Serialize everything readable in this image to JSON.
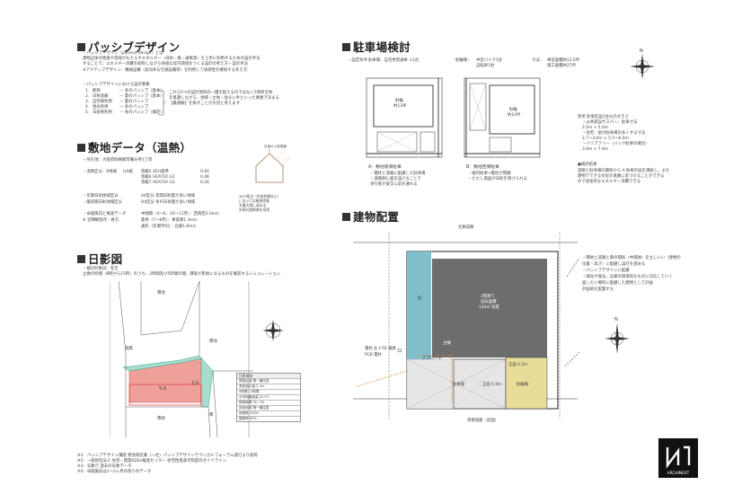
{
  "passive": {
    "title": "パッシブデザイン",
    "def_line1": "・パッシブデザイン（passive design）とは",
    "def_line2": "建物自体の性能や環境がもたらすエネルギー（日射・風・通風等）を上手に利用するための設計手法",
    "def_line3": "することで、エネルギー消費を抑制しながら快適な室内環境をつくる設計の考え方・設計手法",
    "def_line4": "※アクティブデザイン：機械設備（高効率な空調設備等）を利用して快適性を確保する考え方",
    "list_title": "・パッシブデザインにおける設計要素",
    "items": [
      {
        "num": "1.",
        "name": "断熱",
        "desc": "冬のパッシブ（基本）"
      },
      {
        "num": "2.",
        "name": "日射遮蔽",
        "desc": "夏のパッシブ（基本）"
      },
      {
        "num": "3.",
        "name": "自然風利用",
        "desc": "夏のパッシブ"
      },
      {
        "num": "4.",
        "name": "昼光利用",
        "desc": "冬のパッシブ"
      },
      {
        "num": "5.",
        "name": "日射熱利用",
        "desc": "冬のパッシブ（補足）"
      }
    ],
    "note1": "これら5つの設計項目の一層を配えるのではなく5項目全体",
    "note2": "を意識しながら、地域・立地・住まい手といった要素で決まる",
    "note3": "【最適解】を探すことが大切と考えます"
  },
  "site": {
    "title": "敷地データ（温熱）",
    "address": "・所在地：大阪府四條畷市備分寺1丁目",
    "region_label": "・温熱区分：6地域",
    "ua_label": "UA値",
    "grades": [
      {
        "label": "等級5 ZEH基準",
        "value": "0.60"
      },
      {
        "label": "等級6 HEAT20 G2",
        "value": "0.46"
      },
      {
        "label": "等級7 HEAT20 G3",
        "value": "0.26"
      }
    ],
    "solar1": "・年間日射地域区分",
    "solar1_v": "A4区分 年間日射量が多い地域",
    "solar2": "・暖房期日射地域区分",
    "solar2_v": "H4区分 冬の日射量が多い地域",
    "wind_label": "・卓越風向と風速データ",
    "wind1": "中間期（4〜6、10〜11月）：西南西2.0m/s",
    "obs_label": "※ 近隣観測点：枚方",
    "wind2": "夏季（7〜8月）：東南東1.3m/s",
    "wind3": "通年（年間平均）：北東1.8m/s",
    "diagram_caption1": "日射の入射角度",
    "house_note1": "※G3相当（外皮性能向上）",
    "house_note2": "においては断熱性能",
    "house_note3": "を最大限に高める",
    "house_note4": "外張付加断熱を採用"
  },
  "shadow": {
    "title": "日影図",
    "note1": "・検討対象日：冬至",
    "note2": "立春の時間（8時から15時）のうち、2時間及び5時間の間、隣家が影地になるものを確認するシミュレーション",
    "labels": {
      "north_plot": "隣地",
      "road": "道路",
      "road_right": "隣地",
      "south_plot": "隣地",
      "side_plot": "隣",
      "value_5": "5.0",
      "value_2": "2.0"
    },
    "table_title": "日影規制",
    "table_rows": [
      "規制区域 第一種住居",
      "測定面の高さ 4m",
      "5時間 / 3時間",
      "平均地盤面高 GL+0",
      "規制時間 5h / 3h",
      "用途地域 第一種住居",
      "容積率 200%",
      "建蔽率 60%"
    ]
  },
  "parking": {
    "title": "駐車場検討",
    "cond_label": "・設定条件",
    "cond_value": "駐車場：自宅用普通車 ×1台",
    "bike_label": "駐輪場：",
    "bike_value": "中型バイク1台",
    "bike_value2": "自転車3台",
    "size_label": "寸法：",
    "size_value1": "車室面積約13.5坪",
    "size_value2": "施工面積約27坪",
    "planA_title": "A：敷地南側駐車",
    "planA_lines": [
      "・電柱と道路に配慮した駐車場",
      "・道路側に面を設けることで",
      "歩行者が安全に前を通れる"
    ],
    "planA_room": "駐輪",
    "planA_room_area": "約13坪",
    "planB_title": "B：敷地西側駐車",
    "planB_lines": [
      "・縦列駐車→電柱が問題",
      "・ただし南面が日射を受けられる"
    ],
    "planB_room": "駐輪",
    "planB_room_area": "約10坪",
    "ref_title": "参考 駐車区画1台分の大きさ",
    "ref_lines": [
      "・公共施設サスパー：駐車寸法",
      "2.5m × 5.0m",
      "・住宅：庭付駐車場の多くする寸法",
      "2.7〜3.0m × 5.5〜6.0m",
      "・バリアフリー（バック駐車の場合）",
      "3.0m × 7.0m"
    ],
    "review_title": "●検討結果",
    "review_lines": [
      "道路と駐車場の関係から A 駐車計画を選択し、また",
      "建物でできる付近の道路に近づけることができる",
      "ので居住的なエネルギー消費できる"
    ]
  },
  "layout": {
    "title": "建物配置",
    "notes": [
      "・隣地と道路と東の関係（中隔地）を立しいい（建物の",
      "位置・高さ）に配慮し設計を進める",
      "・パッシブデザインに配慮",
      "・採光や換気、兵庫の環境的なものに対応していく",
      "面したい場所に配慮した建物として計画",
      "計画地を配置する"
    ],
    "building_label1": "2階建て",
    "building_label2": "延床面積",
    "building_label3": "120㎡ 程度",
    "garden": "庭",
    "main_label": "主棟",
    "approach": "アプローチ",
    "parking_label": "駐車場",
    "bike_label": "駐輪場",
    "parking_dim1": "正面 5.0m",
    "bike_dim1": "正面 4.5m",
    "road_top": "北側道路",
    "road_bottom": "南側道路（前面）",
    "elec_label1": "電柱 左ト50 通路",
    "elec_label2": "PCB 電柱",
    "north_label": "N"
  },
  "footnotes": [
    "※1：パッシブデザイン講座 野池政宏著（一社）パッシブデザインテクニカルフォーラム発行より抜粋",
    "※2：一般財団法人 住宅・建築SDGs推進センター 住宅性能表示制度のガイドライン",
    "※3：気象庁 過去の気象データ",
    "※4：卓越風向は1〜2ヶ月の周りのデータ"
  ],
  "logo": {
    "name": "ARCHINEXT"
  },
  "colors": {
    "accent_blue": "#7fbfcc",
    "accent_red": "#f0a09a",
    "accent_yellow": "#e8dc9a",
    "building_gray": "#6d6d6d",
    "road_arrow_blue": "#4a6fb5",
    "orange_arrow": "#e08a3a"
  }
}
